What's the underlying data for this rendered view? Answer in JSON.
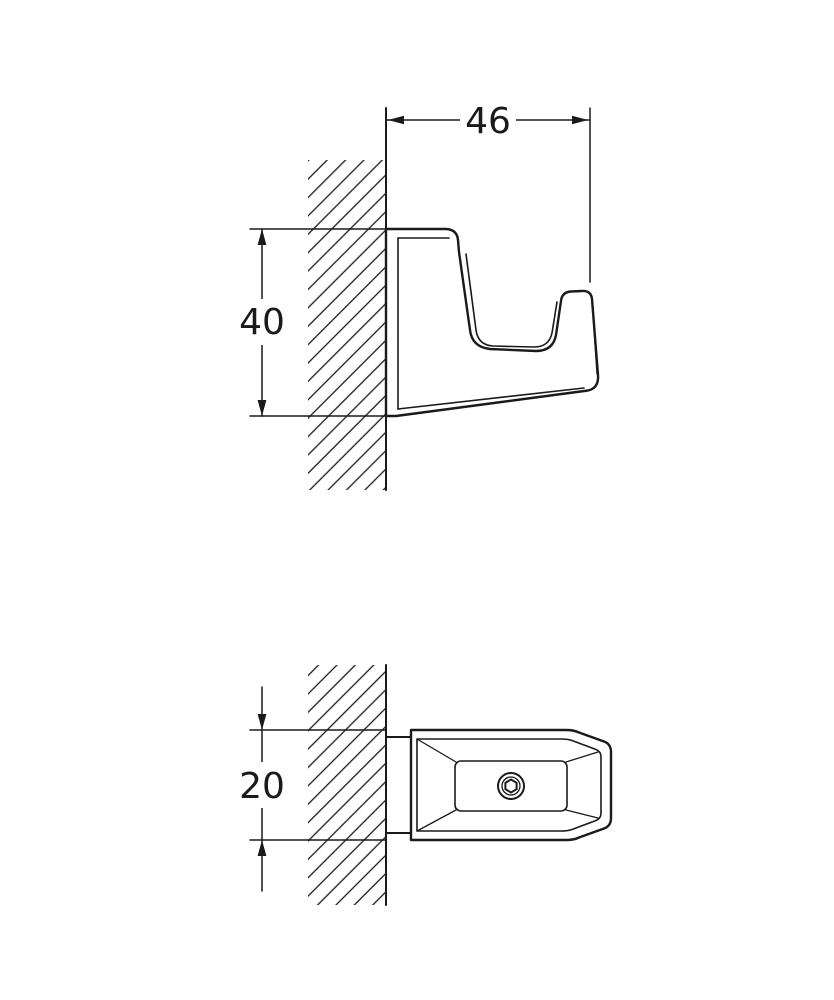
{
  "drawing": {
    "type": "technical-dimension-drawing",
    "line_color": "#1a1a1a",
    "background": "#ffffff"
  },
  "dimensions": {
    "width_mm": "46",
    "height_mm": "40",
    "depth_mm": "20"
  }
}
